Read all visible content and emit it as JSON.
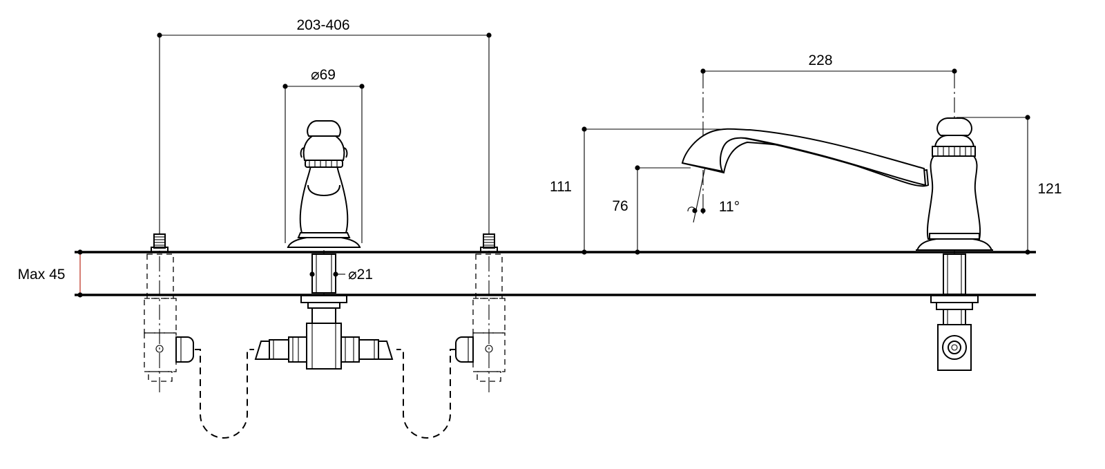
{
  "dimensions": {
    "centers_width": "203-406",
    "handle_diameter": "⌀69",
    "shank_diameter": "⌀21",
    "spout_reach": "228",
    "spout_height": "111",
    "outlet_height": "76",
    "outlet_angle": "11°",
    "handle_height": "121",
    "deck_thickness": "Max 45"
  },
  "colors": {
    "lines": "#000000",
    "deck_dimension_accent": "#c0392b",
    "background": "#ffffff"
  }
}
